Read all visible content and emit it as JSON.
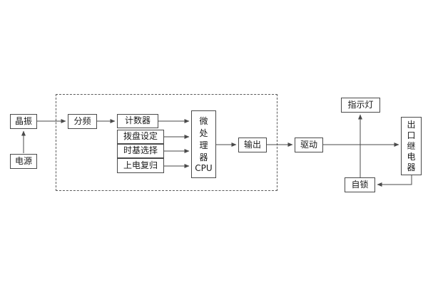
{
  "diagram": {
    "nodes": {
      "crystal": "晶振",
      "power": "电源",
      "divider": "分频",
      "counter": "计数器",
      "dial_setting": "拨盘设定",
      "timebase_select": "时基选择",
      "power_on_reset": "上电复归",
      "cpu_main": "微处理器",
      "cpu_sub": "CPU",
      "output": "输出",
      "drive": "驱动",
      "indicator": "指示灯",
      "outlet_relay": "出口继电器",
      "self_lock": "自锁"
    },
    "edges": [
      {
        "from": "power",
        "to": "crystal"
      },
      {
        "from": "crystal",
        "to": "divider"
      },
      {
        "from": "divider",
        "to": "counter"
      },
      {
        "from": "counter",
        "to": "cpu"
      },
      {
        "from": "dial_setting",
        "to": "cpu"
      },
      {
        "from": "timebase_select",
        "to": "cpu"
      },
      {
        "from": "power_on_reset",
        "to": "cpu"
      },
      {
        "from": "cpu",
        "to": "output"
      },
      {
        "from": "output",
        "to": "drive"
      },
      {
        "from": "drive",
        "to": "outlet_relay"
      },
      {
        "from": "junction",
        "to": "indicator"
      },
      {
        "from": "outlet_relay",
        "to": "self_lock"
      },
      {
        "from": "self_lock",
        "to": "junction"
      }
    ],
    "colors": {
      "line": "#4a4a4a",
      "box_border": "#4a4a4a",
      "background": "#ffffff",
      "text": "#1a1a1a"
    }
  }
}
